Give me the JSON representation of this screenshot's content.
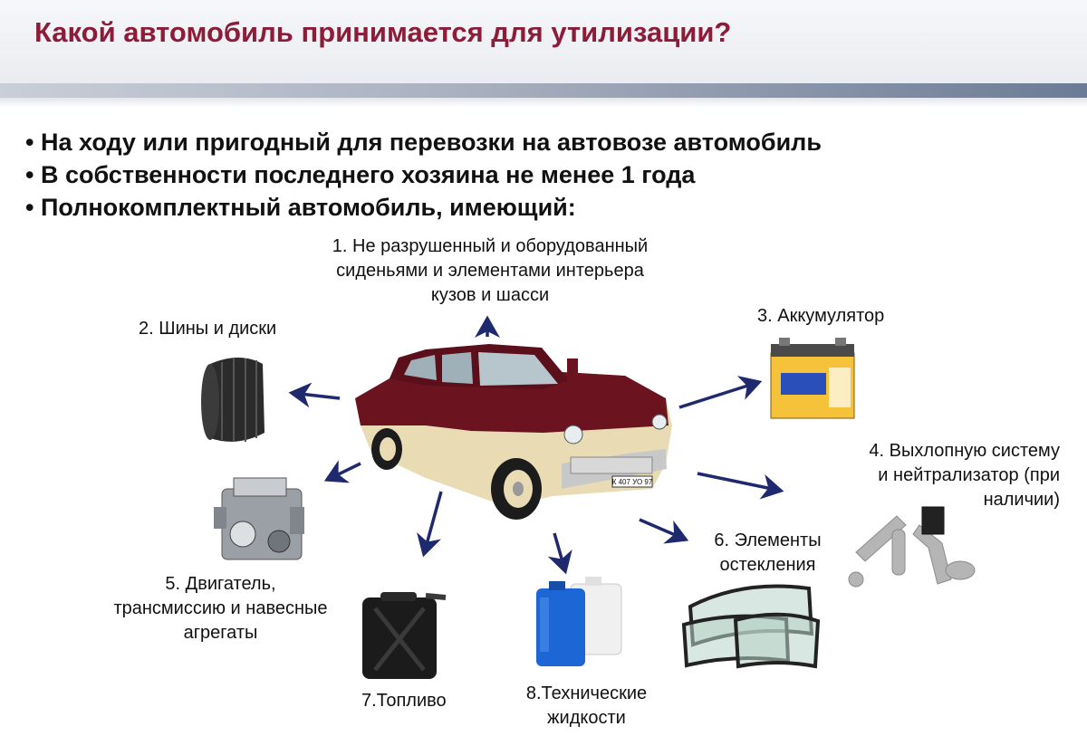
{
  "title": "Какой автомобиль принимается для утилизации?",
  "bullets": [
    "На ходу или пригодный для перевозки на автовозе  автомобиль",
    "В собственности последнего хозяина не менее 1 года",
    "Полнокомплектный автомобиль, имеющий:"
  ],
  "items": {
    "body": [
      "1. Не разрушенный и оборудованный",
      "сиденьями и элементами интерьера",
      "кузов и шасси"
    ],
    "tires": "2. Шины и диски",
    "battery": "3. Аккумулятор",
    "exhaust": [
      "4. Выхлопную систему",
      "и нейтрализатор (при",
      "наличии)"
    ],
    "engine": [
      "5. Двигатель,",
      "трансмиссию и навесные",
      "агрегаты"
    ],
    "glass": [
      "6. Элементы",
      "остекления"
    ],
    "fuel": "7.Топливо",
    "fluids": [
      "8.Технические",
      "жидкости"
    ]
  },
  "plate_text": "К 407 УО 97",
  "colors": {
    "title": "#8c1c38",
    "arrow": "#1f2a6e",
    "car_body": "#6b1420",
    "car_lower": "#e9dcb4"
  }
}
